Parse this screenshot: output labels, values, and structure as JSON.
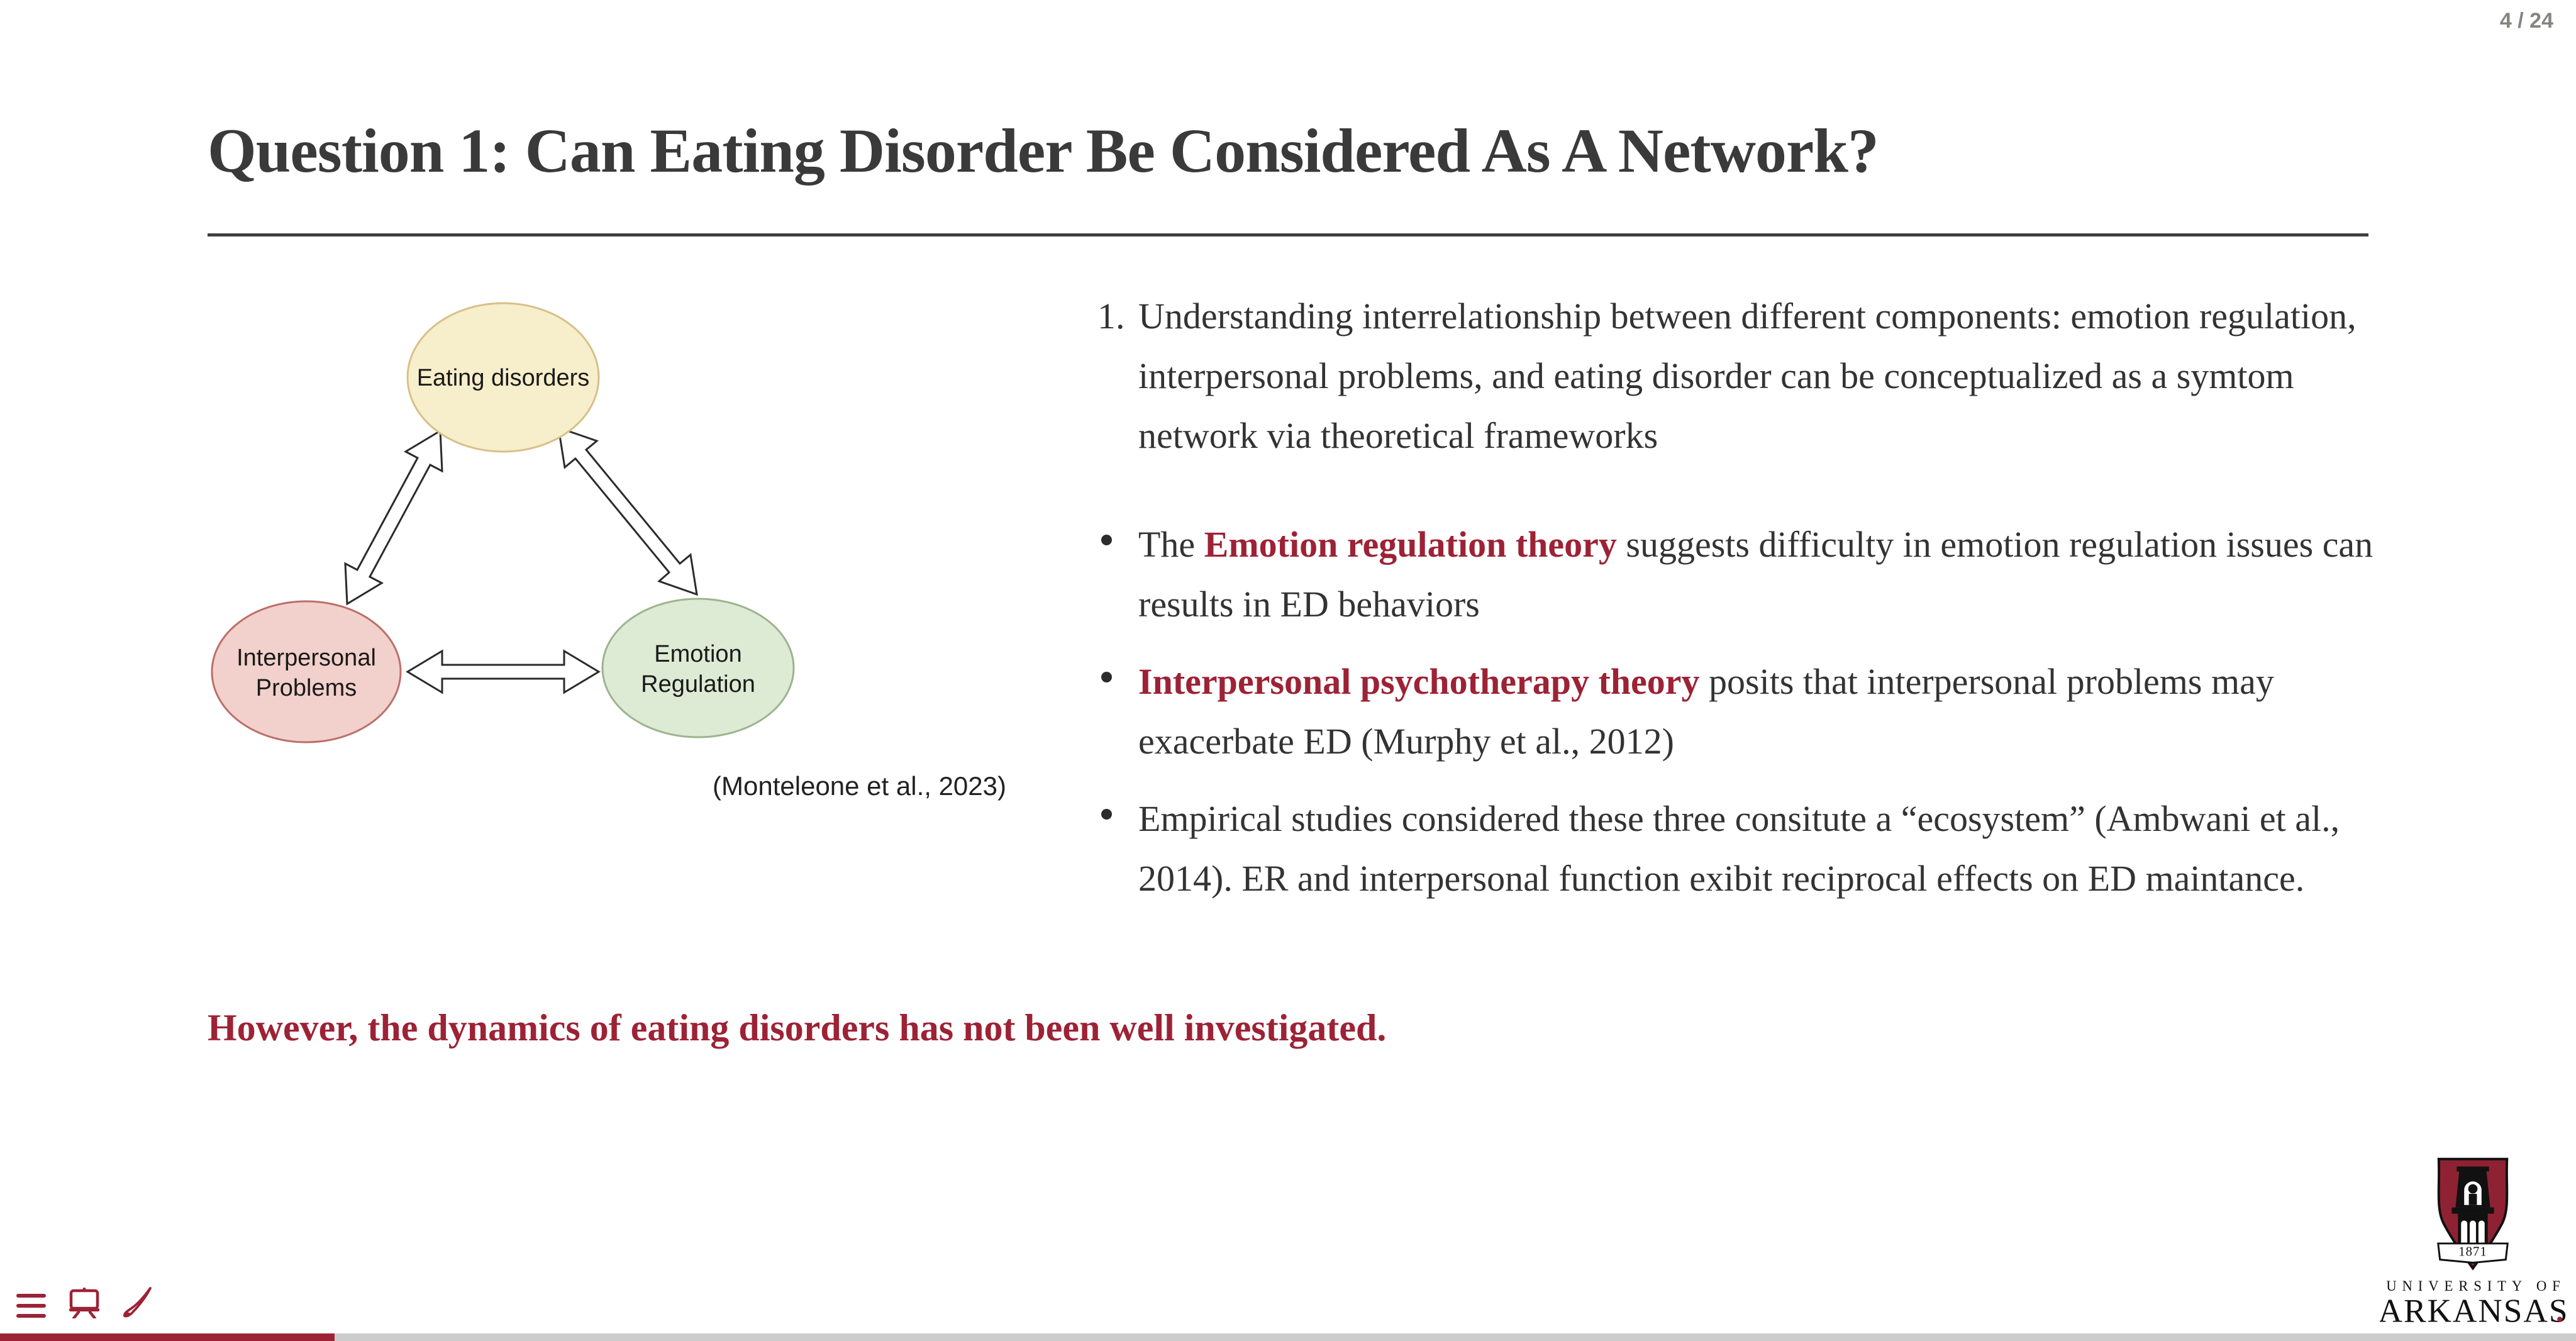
{
  "page": {
    "indicator": "4 / 24"
  },
  "header": {
    "title": "Question 1: Can Eating Disorder Be Considered As A Network?"
  },
  "diagram": {
    "caption": "(Monteleone et al., 2023)",
    "nodes": {
      "eating": {
        "label": "Eating disorders",
        "fill": "#f7eecb",
        "stroke": "#d6c189"
      },
      "interpersonal": {
        "line1": "Interpersonal",
        "line2": "Problems",
        "fill": "#f2d0cc",
        "stroke": "#ba7068"
      },
      "emotion": {
        "line1": "Emotion",
        "line2": "Regulation",
        "fill": "#ddead4",
        "stroke": "#9cb48f"
      }
    },
    "edges": [
      "eating-interpersonal-bidirectional",
      "eating-emotion-bidirectional",
      "interpersonal-emotion-bidirectional"
    ]
  },
  "content": {
    "numbered": {
      "marker": "1.",
      "text": "Understanding interrelationship between different components: emotion regulation, interpersonal problems, and eating disorder can be conceptualized as a symtom network via theoretical frameworks"
    },
    "bullets": [
      {
        "prefix": "The ",
        "highlight": "Emotion regulation theory",
        "rest": " suggests difficulty in emotion regulation issues can results in ED behaviors"
      },
      {
        "prefix": "",
        "highlight": "Interpersonal psychotherapy theory",
        "rest": " posits that interpersonal problems may exacerbate ED (Murphy et al., 2012)"
      },
      {
        "prefix": "",
        "highlight": "",
        "rest": "Empirical studies considered these three consitute a “ecosystem” (Ambwani et al., 2014). ER and interpersonal function exibit reciprocal effects on ED maintance."
      }
    ]
  },
  "takeaway": "However, the dynamics of eating disorders has not been well investigated.",
  "controls": {
    "icons": [
      {
        "name": "menu-icon"
      },
      {
        "name": "chalkboard-icon"
      },
      {
        "name": "brush-icon"
      }
    ]
  },
  "progress": {
    "fraction": 0.13
  },
  "logo": {
    "banner_year": "1871",
    "line1": "UNIVERSITY OF",
    "line2": "ARKANSAS"
  },
  "colors": {
    "accent_red": "#9D2235",
    "shield_red": "#8E2233",
    "body_text": "#333333",
    "title_text": "#3a3a3a",
    "progress_track": "#cccccc",
    "pagenum_gray": "#85857e"
  }
}
